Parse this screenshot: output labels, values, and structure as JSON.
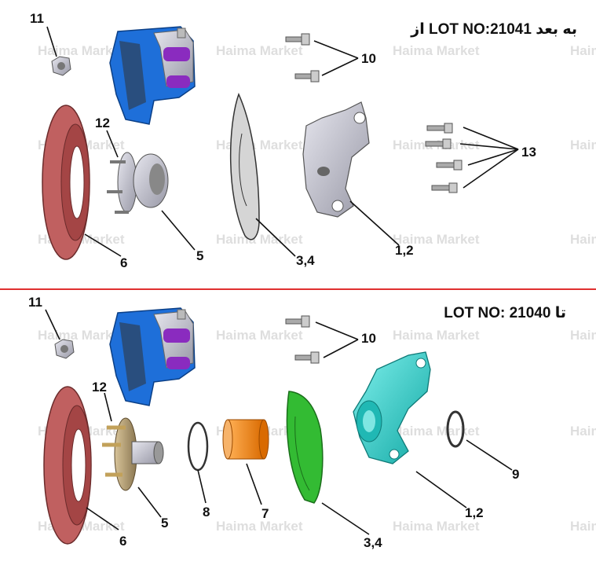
{
  "watermark": "Haima Market",
  "colors": {
    "divider": "#e03030",
    "caliper_blue": "#1e6fd9",
    "caliper_purple": "#8a2bbf",
    "disc_red": "#c06060",
    "knuckle_new": "#29d3cf",
    "shield_new": "#33bb33",
    "spacer_orange": "#f08a1a",
    "grey_part": "#b9b9c4"
  },
  "top_panel": {
    "title": "از LOT NO:21041 به بعد",
    "callouts": {
      "c11": "11",
      "c10": "10",
      "c12": "12",
      "c13": "13",
      "c5": "5",
      "c6": "6",
      "c34": "3,4",
      "c12b": "1,2"
    }
  },
  "bottom_panel": {
    "title": "LOT NO: 21040 تا",
    "callouts": {
      "c11": "11",
      "c10": "10",
      "c12": "12",
      "c5": "5",
      "c6": "6",
      "c8": "8",
      "c7": "7",
      "c34": "3,4",
      "c12b": "1,2",
      "c9": "9"
    }
  }
}
